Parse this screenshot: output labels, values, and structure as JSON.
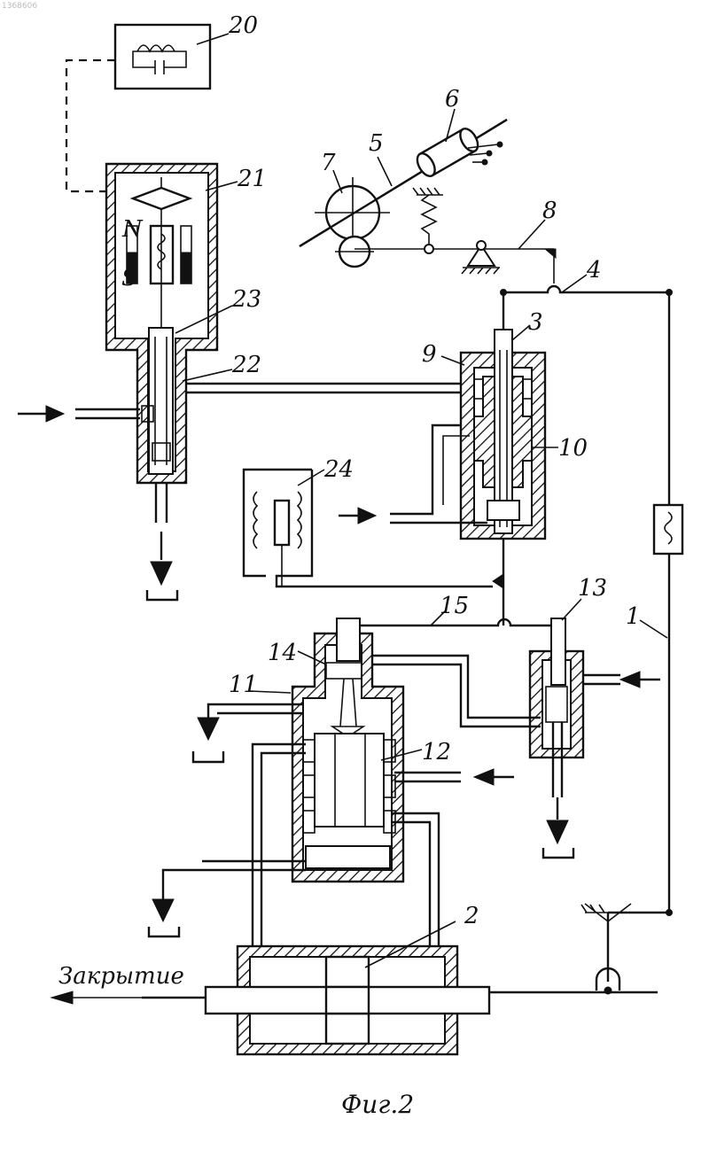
{
  "watermark": "1368606",
  "figure_caption": "Фиг.2",
  "direction_label": "Закрытие",
  "magnet_poles": {
    "north": "N",
    "south": "S"
  },
  "part_labels": [
    "20",
    "21",
    "23",
    "22",
    "6",
    "5",
    "7",
    "8",
    "4",
    "3",
    "9",
    "10",
    "24",
    "13",
    "15",
    "14",
    "11",
    "12",
    "1",
    "2"
  ]
}
